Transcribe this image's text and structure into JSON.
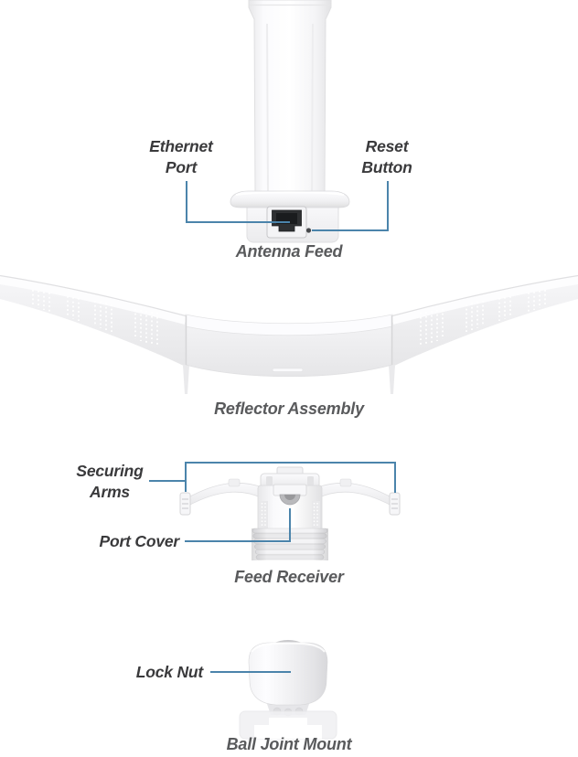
{
  "colors": {
    "callout_line": "#4b84ab",
    "label_text": "#3a3a3c",
    "caption_text": "#595a5c",
    "background": "#ffffff",
    "ethernet_jack": "#2e3032"
  },
  "antenna_feed": {
    "caption": "Antenna Feed",
    "labels": {
      "ethernet_port": "Ethernet Port",
      "reset_button": "Reset Button"
    }
  },
  "reflector_assembly": {
    "caption": "Reflector Assembly"
  },
  "feed_receiver": {
    "caption": "Feed Receiver",
    "labels": {
      "securing_arms": "Securing Arms",
      "port_cover": "Port Cover"
    }
  },
  "ball_joint_mount": {
    "caption": "Ball Joint Mount",
    "labels": {
      "lock_nut": "Lock Nut"
    }
  }
}
